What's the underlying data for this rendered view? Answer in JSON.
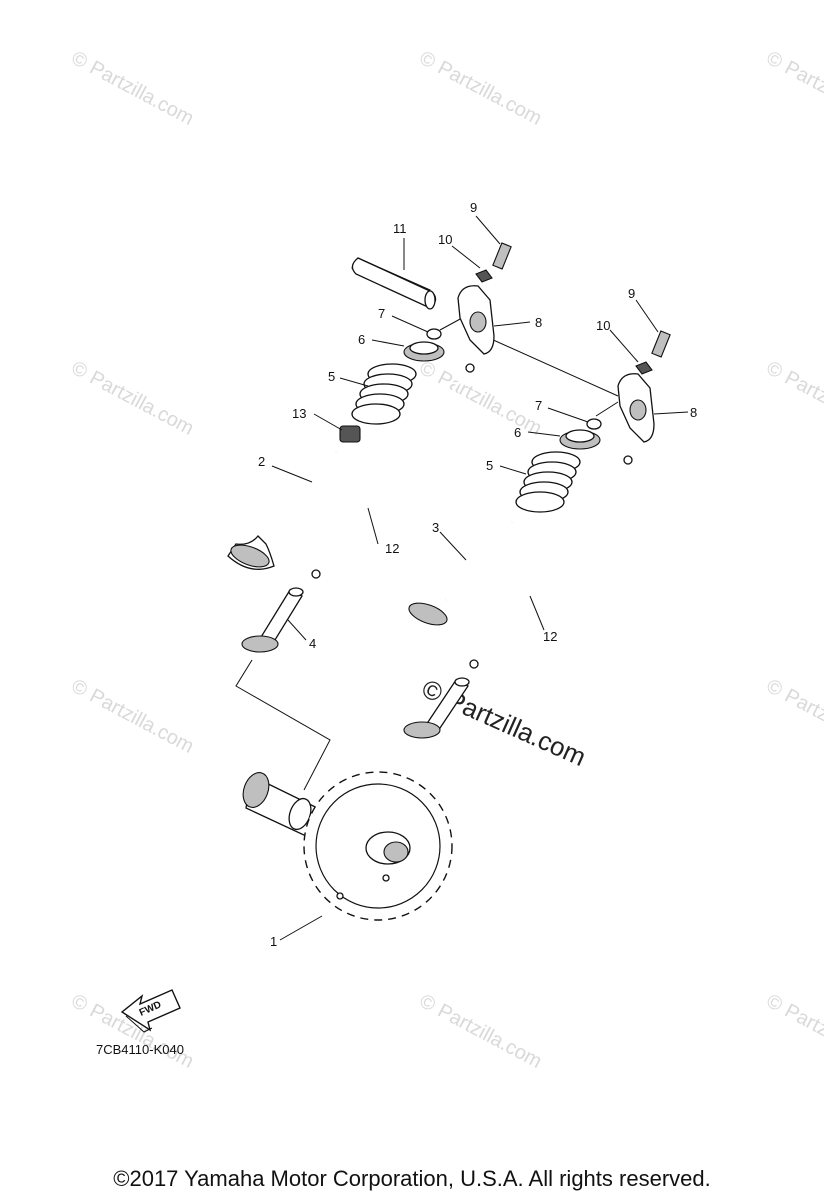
{
  "watermark": {
    "text": "Partzilla.com",
    "symbol": "©"
  },
  "callouts": {
    "c1": "1",
    "c2": "2",
    "c3": "3",
    "c4": "4",
    "c5a": "5",
    "c5b": "5",
    "c6a": "6",
    "c6b": "6",
    "c7a": "7",
    "c7b": "7",
    "c8a": "8",
    "c8b": "8",
    "c9a": "9",
    "c9b": "9",
    "c10a": "10",
    "c10b": "10",
    "c11": "11",
    "c12a": "12",
    "c12b": "12",
    "c13": "13"
  },
  "fwd_label": "FWD",
  "diagram_code": "7CB4110-K040",
  "copyright": "©2017  Yamaha Motor Corporation, U.S.A. All rights reserved."
}
